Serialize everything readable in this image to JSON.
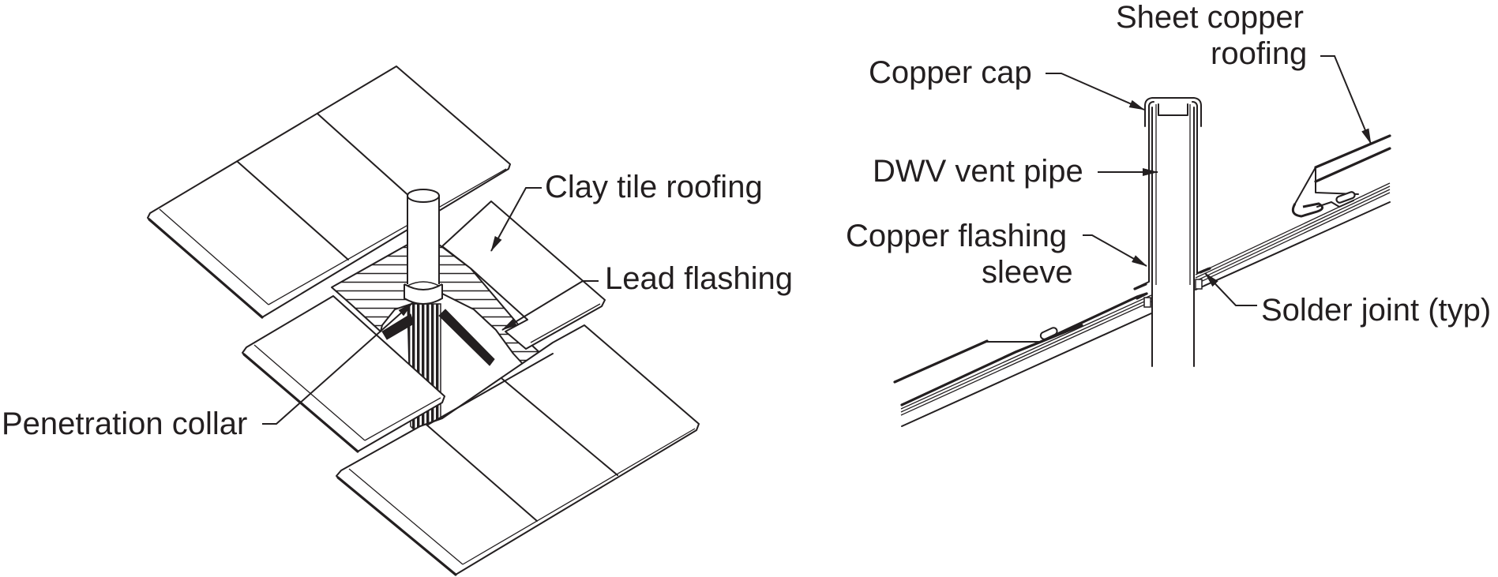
{
  "figure": {
    "left_detail": {
      "title": "Clay tile roof vent pipe penetration (isometric)",
      "labels": {
        "clay_tile_roofing": "Clay tile roofing",
        "lead_flashing": "Lead flashing",
        "penetration_collar": "Penetration collar"
      }
    },
    "right_detail": {
      "title": "Sheet copper roof vent pipe penetration (section)",
      "labels": {
        "sheet_copper_roofing_line1": "Sheet copper",
        "sheet_copper_roofing_line2": "roofing",
        "copper_cap": "Copper cap",
        "dwv_vent_pipe": "DWV vent pipe",
        "copper_flashing_sleeve_line1": "Copper flashing",
        "copper_flashing_sleeve_line2": "sleeve",
        "solder_joint": "Solder joint (typ)"
      }
    },
    "colors": {
      "ink": "#231f20",
      "background": "#ffffff"
    }
  }
}
